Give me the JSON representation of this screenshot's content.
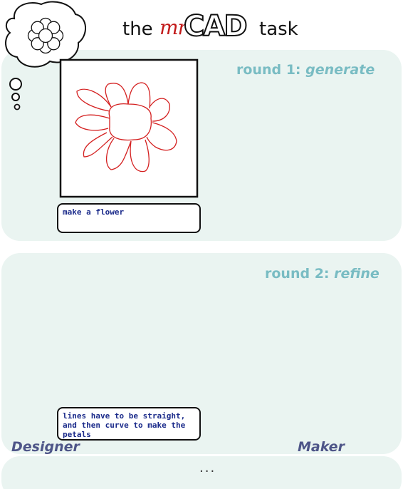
{
  "title": {
    "prefix": "the",
    "brand_mr": "mr",
    "brand_cad": "CAD",
    "suffix": "task"
  },
  "rounds": [
    {
      "label_prefix": "round 1:",
      "label_stage": "generate",
      "instruction": "make a flower"
    },
    {
      "label_prefix": "round 2:",
      "label_stage": "refine",
      "instruction": "lines have to be straight, and then curve to make the petals"
    }
  ],
  "roles": {
    "designer": "Designer",
    "maker": "Maker"
  },
  "continuation": "...",
  "colors": {
    "panel": "#eaf4f1",
    "title_accent": "#79bcc3",
    "arrow": "#5a6396",
    "designer_ink": "#d42020",
    "maker_ink": "#111111",
    "caption_text": "#1a2a8a"
  }
}
